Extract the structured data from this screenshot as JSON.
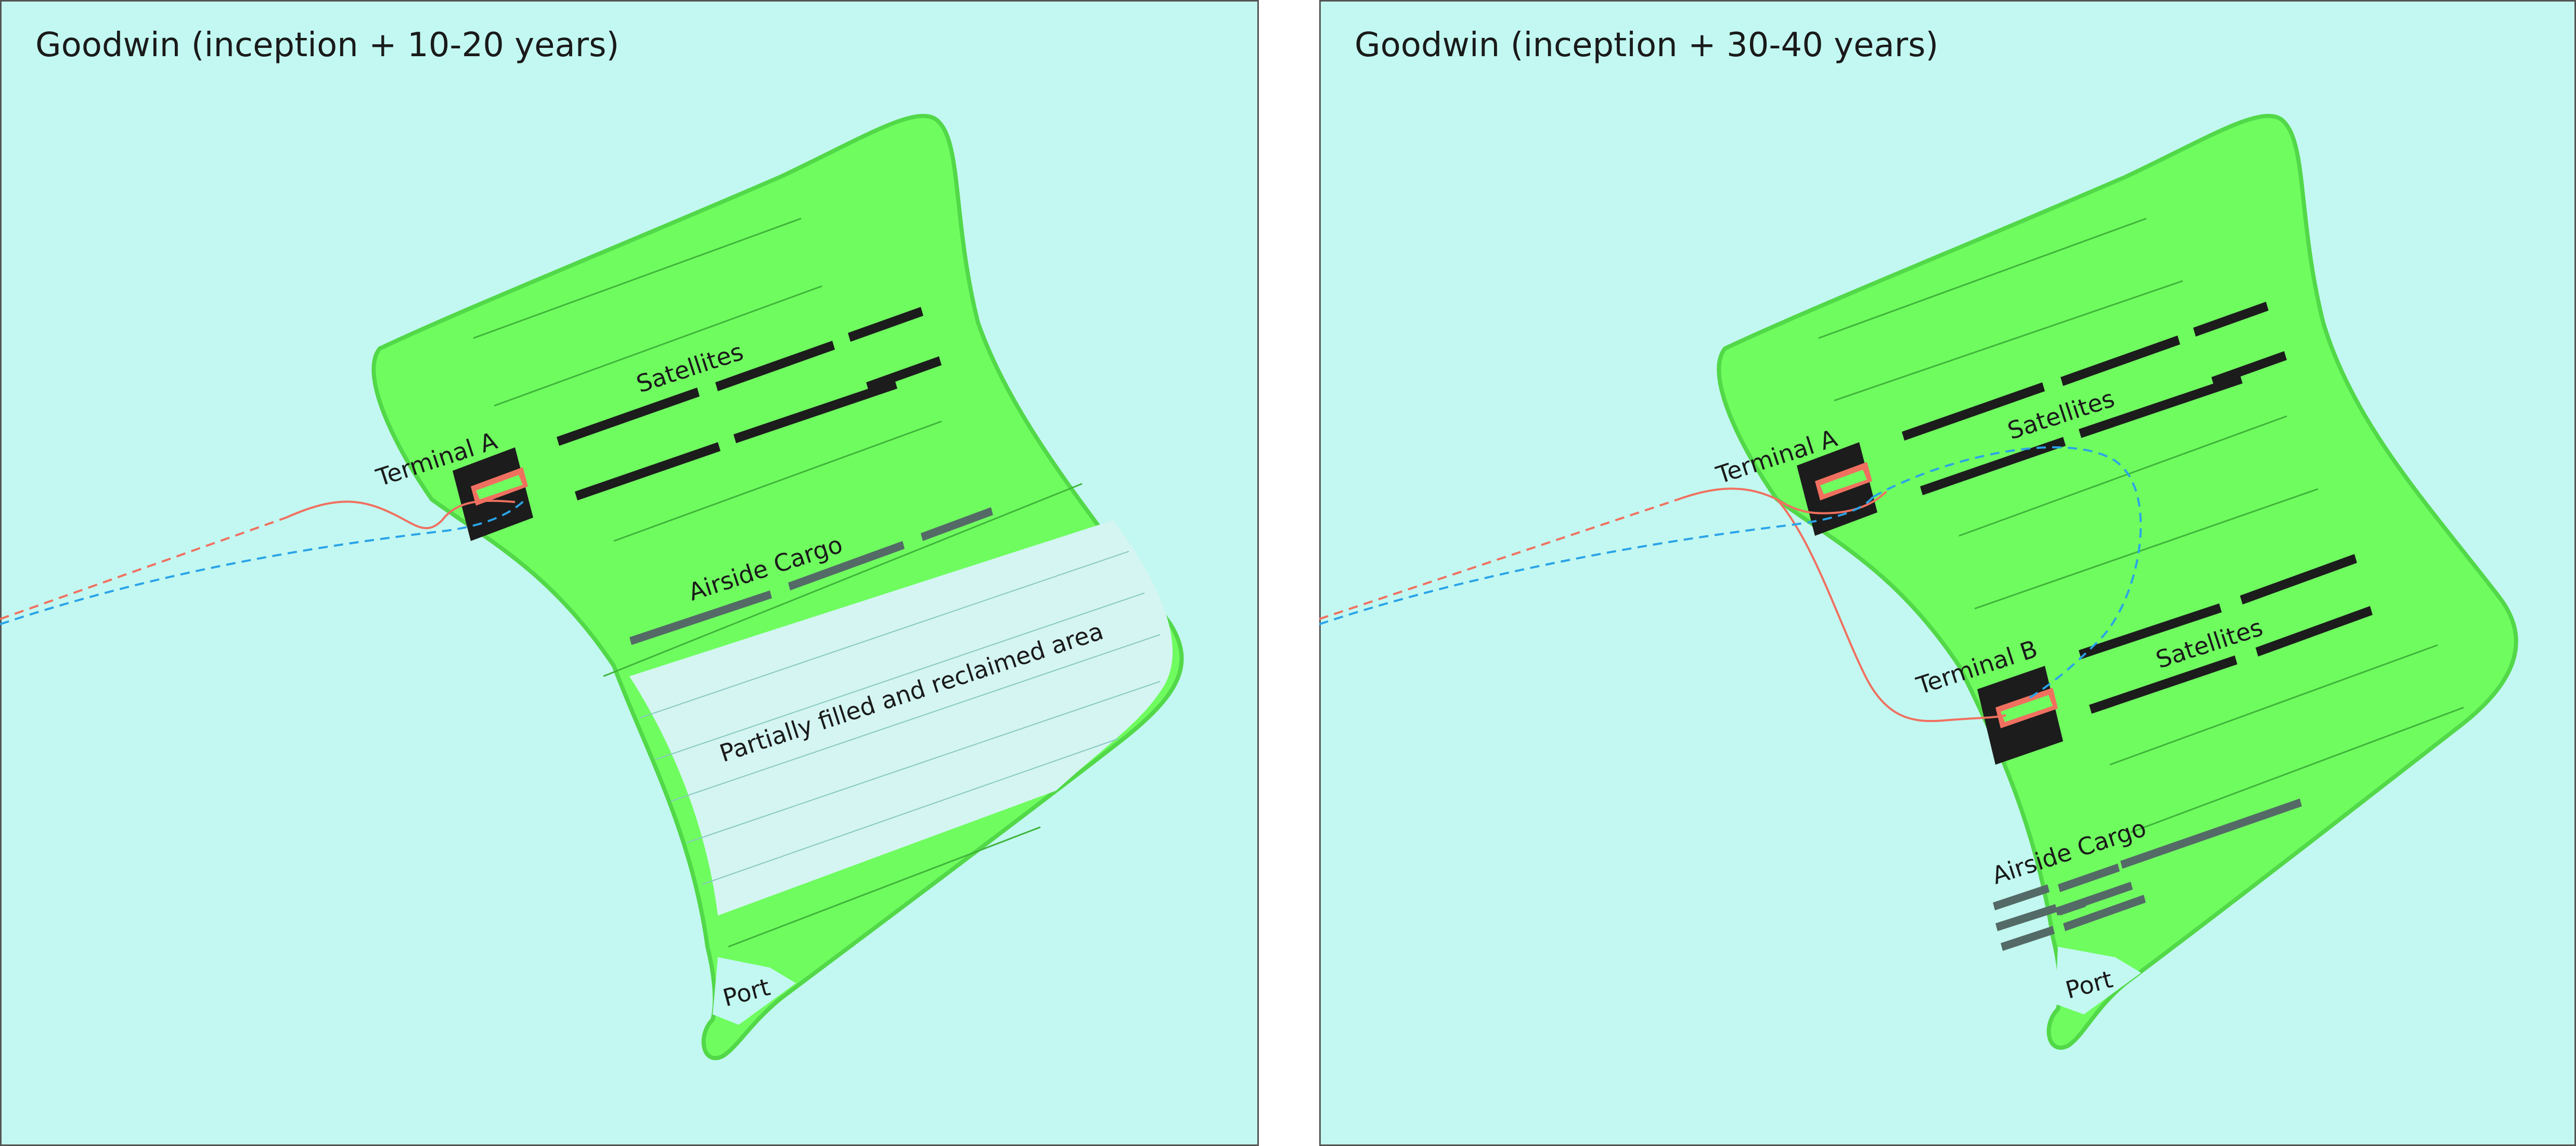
{
  "colors": {
    "sea": "#c2f8f1",
    "land": "#6ffc5f",
    "land_edge": "#52d848",
    "reclaimed": "#d4f5f2",
    "building": "#1c1c1c",
    "cargo": "#546a66",
    "rail": "#f07060",
    "road": "#2aa3e8",
    "frame": "#555555"
  },
  "panels": [
    {
      "title": "Goodwin (inception + 10-20 years)",
      "labels": {
        "terminal_a": "Terminal A",
        "satellites": "Satellites",
        "airside_cargo": "Airside Cargo",
        "reclaimed_area": "Partially filled and reclaimed area",
        "port": "Port"
      }
    },
    {
      "title": "Goodwin (inception + 30-40 years)",
      "labels": {
        "terminal_a": "Terminal A",
        "satellites_upper": "Satellites",
        "terminal_b": "Terminal B",
        "satellites_lower": "Satellites",
        "airside_cargo": "Airside Cargo",
        "port": "Port"
      }
    }
  ]
}
